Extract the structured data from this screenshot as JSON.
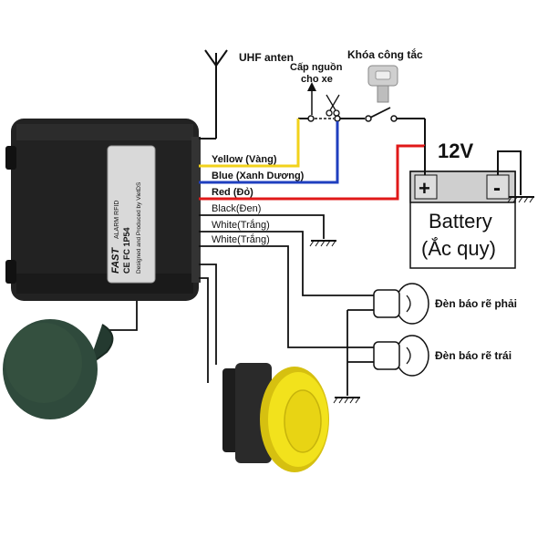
{
  "antenna": {
    "label": "UHF anten"
  },
  "power_cut": {
    "label_line1": "Cấp nguồn",
    "label_line2": "cho xe"
  },
  "key_switch": {
    "label": "Khóa công tắc"
  },
  "battery": {
    "voltage": "12V",
    "label": "Battery",
    "label_vn": "(Ắc quy)",
    "plus": "+",
    "minus": "-"
  },
  "wires": [
    {
      "label": "Yellow (Vàng)",
      "color": "#f2d21b"
    },
    {
      "label": "Blue (Xanh Dương)",
      "color": "#1f3fbf"
    },
    {
      "label": "Red (Đỏ)",
      "color": "#e01818"
    },
    {
      "label": "Black(Đen)",
      "color": "#111111"
    },
    {
      "label": "White(Trắng)",
      "color": "#111111"
    },
    {
      "label": "White(Trắng)",
      "color": "#111111"
    }
  ],
  "module": {
    "brand": "FAST",
    "line1": "ALARM RFID",
    "line2": "Designed and Produced by VietDS",
    "line3": "CE FC 1P54"
  },
  "lamps": {
    "right": "Đèn báo rẽ phải",
    "left": "Đèn báo rẽ trái"
  }
}
